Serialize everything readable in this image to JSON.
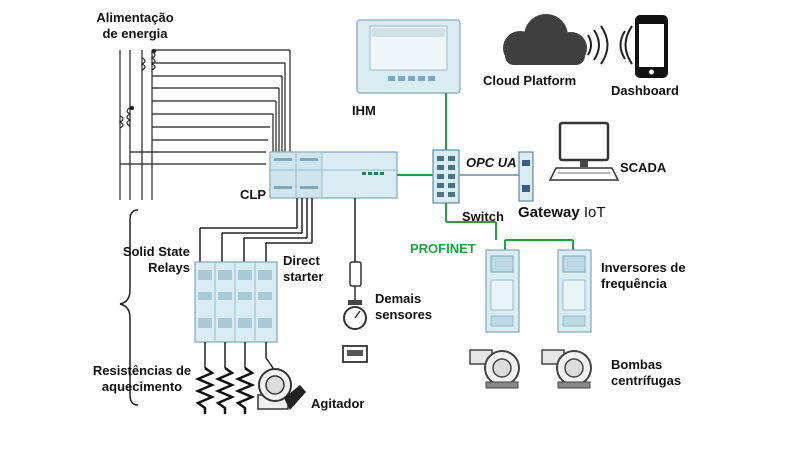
{
  "labels": {
    "power": "Alimentação\nde energia",
    "hmi": "IHM",
    "cloud": "Cloud Platform",
    "dashboard": "Dashboard",
    "plc": "CLP",
    "opcua": "OPC UA",
    "scada": "SCADA",
    "switch": "Switch",
    "gateway_bold": "Gateway",
    "gateway_rest": " IoT",
    "profinet": "PROFINET",
    "ssr": "Solid State\nRelays",
    "direct": "Direct\nstarter",
    "sensors": "Demais\nsensores",
    "vfd": "Inversores de\nfrequência",
    "heaters": "Resistências de\naquecimento",
    "agitator": "Agitador",
    "pumps": "Bombas\ncentrífugas"
  },
  "colors": {
    "green_link": "#1fa33f",
    "blue_link": "#8ea3c8",
    "line": "#222222",
    "device_fill": "#d9ecf1",
    "device_stroke": "#7fa8b8",
    "cloud_fill": "#3f3f3f",
    "phone": "#111111"
  },
  "icons": {
    "hmi": "hmi-panel-icon",
    "cloud": "cloud-icon",
    "wifi": "wireless-signal-icon",
    "phone": "smartphone-icon",
    "scada": "desktop-computer-icon",
    "plc": "plc-controller-icon",
    "switch": "network-switch-icon",
    "gateway": "iot-gateway-icon",
    "relays": "relay-block-icon",
    "vfd": "frequency-inverter-icon",
    "pump": "centrifugal-pump-icon",
    "heater": "resistor-heater-icon",
    "motor": "motor-icon",
    "sensor": "sensor-icon"
  }
}
